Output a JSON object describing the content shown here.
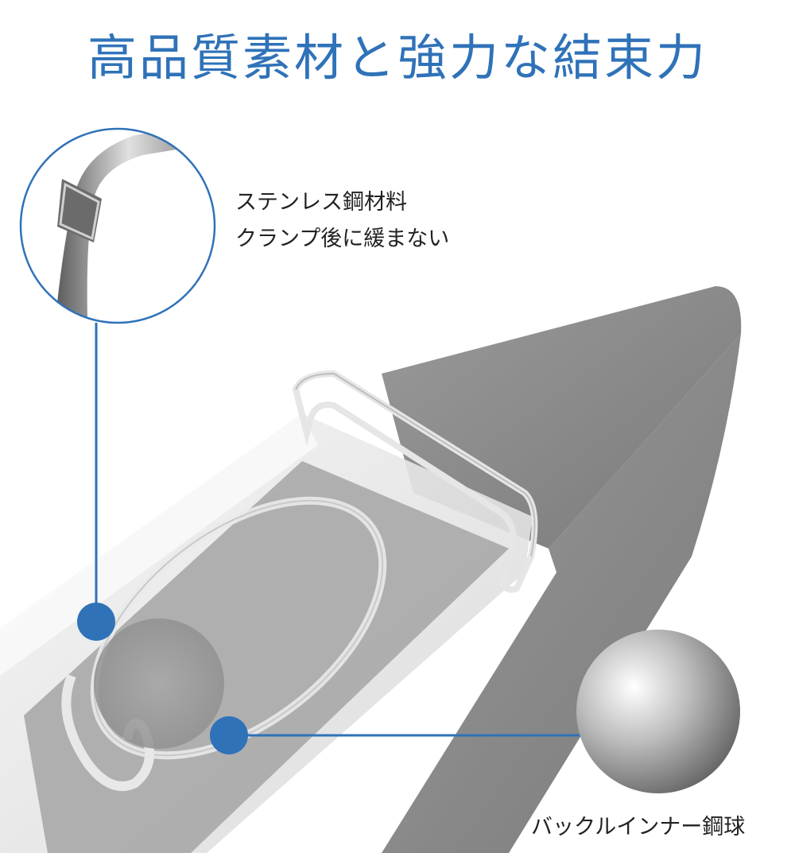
{
  "header": {
    "title": "高品質素材と強力な結束力"
  },
  "callouts": {
    "material_line1": "ステンレス鋼材料",
    "material_line2": "クランプ後に緩まない",
    "ball_label": "バックルインナー鋼球"
  },
  "colors": {
    "accent": "#2f72b8",
    "strap": "#8a8a8a",
    "text": "#222222"
  }
}
